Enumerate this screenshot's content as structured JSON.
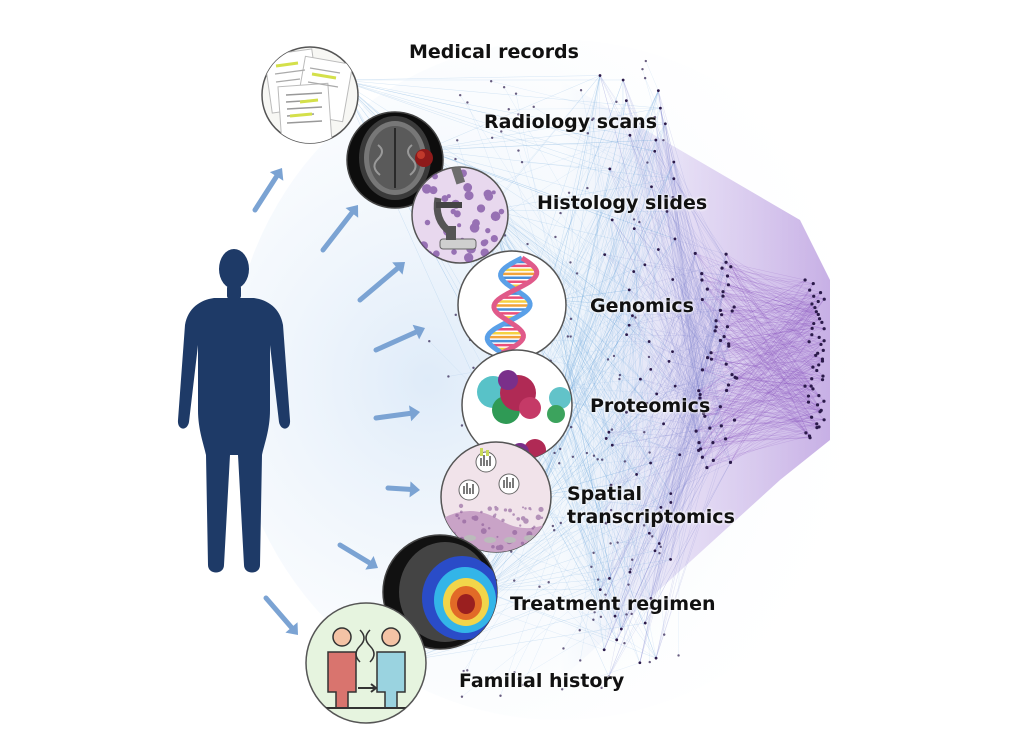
{
  "modalities": [
    {
      "id": "medical-records",
      "label": "Medical records",
      "icon": "document-pages-icon"
    },
    {
      "id": "radiology-scans",
      "label": "Radiology scans",
      "icon": "brain-mri-icon"
    },
    {
      "id": "histology-slides",
      "label": "Histology slides",
      "icon": "microscope-icon"
    },
    {
      "id": "genomics",
      "label": "Genomics",
      "icon": "dna-helix-icon"
    },
    {
      "id": "proteomics",
      "label": "Proteomics",
      "icon": "protein-structure-icon"
    },
    {
      "id": "spatial-transcriptomics",
      "label": "Spatial\ntranscriptomics",
      "icon": "tissue-barcode-icon"
    },
    {
      "id": "treatment-regimen",
      "label": "Treatment regimen",
      "icon": "dose-heatmap-icon"
    },
    {
      "id": "familial-history",
      "label": "Familial history",
      "icon": "family-inheritance-icon"
    }
  ],
  "colors": {
    "silhouette": "#1e3a67",
    "arrow": "#7ba3d3",
    "network_blue": "#6fa8dc",
    "network_purple": "#8e5fc2",
    "node_dark": "#2b1a4a"
  }
}
